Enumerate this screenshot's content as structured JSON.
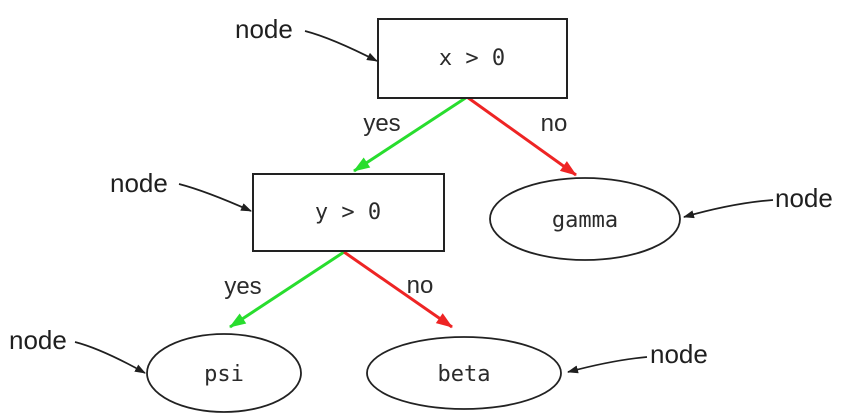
{
  "diagram": {
    "type": "decision-tree",
    "colors": {
      "background": "#ffffff",
      "stroke": "#222222",
      "text": "#2b2b2b",
      "yes_edge": "#28dd2e",
      "no_edge": "#ee2424",
      "annotation": "#1f1f1f"
    },
    "nodes": [
      {
        "id": "root",
        "shape": "rectangle",
        "label": "x > 0"
      },
      {
        "id": "left-decision",
        "shape": "rectangle",
        "label": "y > 0"
      },
      {
        "id": "gamma-leaf",
        "shape": "ellipse",
        "label": "gamma"
      },
      {
        "id": "psi-leaf",
        "shape": "ellipse",
        "label": "psi"
      },
      {
        "id": "beta-leaf",
        "shape": "ellipse",
        "label": "beta"
      }
    ],
    "edges": [
      {
        "from": "root",
        "to": "left-decision",
        "label": "yes",
        "color": "#28dd2e"
      },
      {
        "from": "root",
        "to": "gamma-leaf",
        "label": "no",
        "color": "#ee2424"
      },
      {
        "from": "left-decision",
        "to": "psi-leaf",
        "label": "yes",
        "color": "#28dd2e"
      },
      {
        "from": "left-decision",
        "to": "beta-leaf",
        "label": "no",
        "color": "#ee2424"
      }
    ],
    "annotations": [
      {
        "target": "root",
        "label": "node"
      },
      {
        "target": "left-decision",
        "label": "node"
      },
      {
        "target": "gamma-leaf",
        "label": "node"
      },
      {
        "target": "psi-leaf",
        "label": "node"
      },
      {
        "target": "beta-leaf",
        "label": "node"
      }
    ]
  }
}
